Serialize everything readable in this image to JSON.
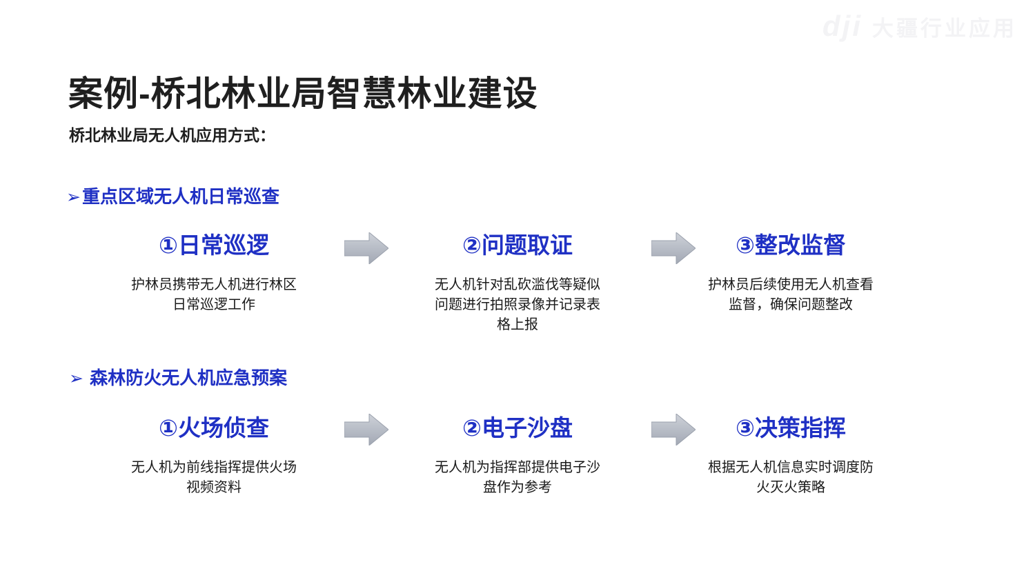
{
  "watermark": {
    "logo": "dji",
    "text": "大疆行业应用"
  },
  "title": "案例-桥北林业局智慧林业建设",
  "subtitle": "桥北林业局无人机应用方式：",
  "colors": {
    "accent_blue": "#1f30c4",
    "text_dark": "#1a1a1a",
    "arrow_gray_light": "#ccd0d7",
    "arrow_gray_dark": "#a4aab6",
    "watermark_gray": "#f3f3f5"
  },
  "icons": {
    "section_bullet": "➢",
    "flow_arrow": "right-block-arrow"
  },
  "sections": [
    {
      "bullet": "➢",
      "heading": "重点区域无人机日常巡查",
      "steps": [
        {
          "title": "①日常巡逻",
          "desc": "护林员携带无人机进行林区日常巡逻工作"
        },
        {
          "title": "②问题取证",
          "desc": "无人机针对乱砍滥伐等疑似问题进行拍照录像并记录表格上报"
        },
        {
          "title": "③整改监督",
          "desc": "护林员后续使用无人机查看监督，确保问题整改"
        }
      ]
    },
    {
      "bullet": "➢",
      "heading": " 森林防火无人机应急预案",
      "steps": [
        {
          "title": "①火场侦查",
          "desc": "无人机为前线指挥提供火场视频资料"
        },
        {
          "title": "②电子沙盘",
          "desc": "无人机为指挥部提供电子沙盘作为参考"
        },
        {
          "title": "③决策指挥",
          "desc": "根据无人机信息实时调度防火灭火策略"
        }
      ]
    }
  ]
}
